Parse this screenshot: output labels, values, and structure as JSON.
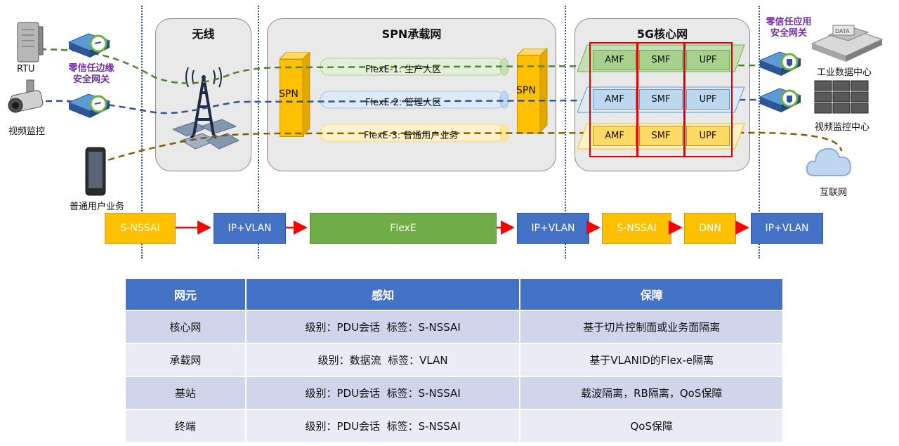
{
  "zones": {
    "wireless": "无线",
    "spn": "SPN承载网",
    "core": "5G核心网"
  },
  "devices": {
    "rtu": "RTU",
    "camera": "视频监控",
    "phone": "普通用户业务",
    "edge_gateway": "零信任边缘\n安全网关",
    "app_gateway": "零信任应用\n安全网关",
    "datacenter": "工业数据中心",
    "video_center": "视频监控中心",
    "internet": "互联网",
    "data_tag": "DATA"
  },
  "spn": {
    "left_label": "SPN",
    "right_label": "SPN",
    "pipes": [
      "FlexE-1: 生产大区",
      "FlexE-2: 管理大区",
      "FlexE-3: 普通用户业务"
    ]
  },
  "core_nfs": [
    [
      "AMF",
      "SMF",
      "UPF"
    ],
    [
      "AMF",
      "SMF",
      "UPF"
    ],
    [
      "AMF",
      "SMF",
      "UPF"
    ]
  ],
  "flow": [
    "S-NSSAI",
    "IP+VLAN",
    "FlexE",
    "IP+VLAN",
    "S-NSSAI",
    "DNN",
    "IP+VLAN"
  ],
  "table": {
    "headers": [
      "网元",
      "感知",
      "保障"
    ],
    "rows": [
      [
        "核心网",
        "级别：PDU会话  标签：S-NSSAI",
        "基于切片控制面或业务面隔离"
      ],
      [
        "承载网",
        "级别：数据流  标签：VLAN",
        "基于VLANID的Flex-e隔离"
      ],
      [
        "基站",
        "级别：PDU会话  标签：S-NSSAI",
        "载波隔离，RB隔离，QoS保障"
      ],
      [
        "终端",
        "级别：PDU会话  标签：S-NSSAI",
        "QoS保障"
      ]
    ]
  },
  "colors": {
    "slice1": "#70ad47",
    "slice2": "#2f5597",
    "slice3": "#bf9000",
    "accent_purple": "#7030a0",
    "header_blue": "#4472c4"
  }
}
